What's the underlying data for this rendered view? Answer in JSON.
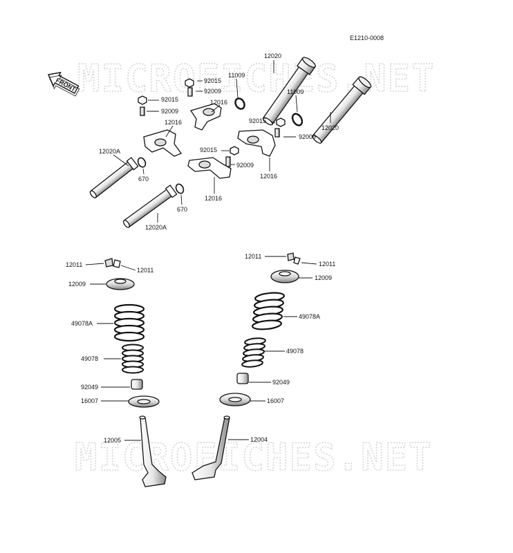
{
  "diagram_code": "E1210-0008",
  "front_label": "FRONT",
  "watermark_top": "MICROFICHES.NET",
  "watermark_bottom": "MICROFICHES.NET",
  "parts": {
    "pipe_12020_top": "12020",
    "pipe_12020_right": "12020",
    "oring_11009_a": "11009",
    "oring_11009_b": "11009",
    "nut_92015_a": "92015",
    "nut_92015_b": "92015",
    "nut_92015_c": "92015",
    "nut_92015_d": "92015",
    "screw_92009_a": "92009",
    "screw_92009_b": "92009",
    "screw_92009_c": "92009",
    "screw_92009_d": "92009",
    "arm_12016_a": "12016",
    "arm_12016_b": "12016",
    "arm_12016_c": "12016",
    "arm_12016_d": "12016",
    "shaft_12020A_a": "12020A",
    "shaft_12020A_b": "12020A",
    "oring_670_a": "670",
    "oring_670_b": "670",
    "cotter_12011_la": "12011",
    "cotter_12011_lb": "12011",
    "cotter_12011_ra": "12011",
    "cotter_12011_rb": "12011",
    "retainer_12009_l": "12009",
    "retainer_12009_r": "12009",
    "spring_49078A_l": "49078A",
    "spring_49078A_r": "49078A",
    "spring_49078_l": "49078",
    "spring_49078_r": "49078",
    "seal_92049_l": "92049",
    "seal_92049_r": "92049",
    "seat_16007_l": "16007",
    "seat_16007_r": "16007",
    "valve_12005": "12005",
    "valve_12004": "12004"
  }
}
